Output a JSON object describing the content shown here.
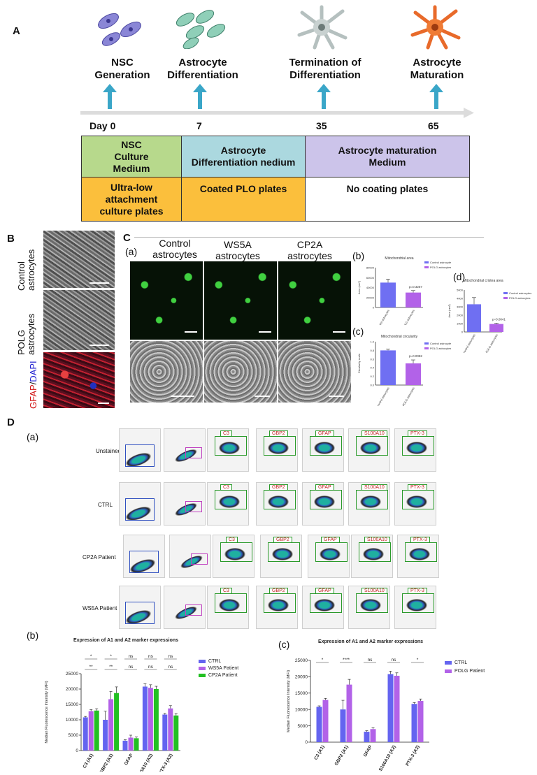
{
  "panel_labels": {
    "A": "A",
    "B": "B",
    "C": "C",
    "D": "D",
    "a": "(a)",
    "b": "(b)",
    "c": "(c)",
    "d": "(d)",
    "Db": "(b)",
    "Dc": "(c)"
  },
  "timeline": {
    "stages": [
      {
        "title": "NSC Generation",
        "l1": "NSC",
        "l2": "Generation"
      },
      {
        "title": "Astrocyte Differentiation",
        "l1": "Astrocyte",
        "l2": "Differentiation"
      },
      {
        "title": "Termination of Differentiation",
        "l1": "Termination of",
        "l2": "Differentiation"
      },
      {
        "title": "Astrocyte Maturation",
        "l1": "Astrocyte",
        "l2": "Maturation"
      }
    ],
    "days": [
      "Day 0",
      "7",
      "35",
      "65"
    ],
    "media": [
      {
        "l1": "NSC",
        "l2": "Culture",
        "l3": "Medium",
        "color": "#b7d98c"
      },
      {
        "l1": "Astrocyte",
        "l2": "Differentiation nedium",
        "color": "#abd8df"
      },
      {
        "l1": "Astrocyte maturation",
        "l2": "Medium",
        "color": "#ccc4ea"
      }
    ],
    "plates": [
      {
        "l1": "Ultra-low",
        "l2": "attachment",
        "l3": "culture plates",
        "color": "#fbbf3c"
      },
      {
        "l1": "Coated PLO plates",
        "color": "#fbbf3c"
      },
      {
        "l1": "No coating plates",
        "color": "#ffffff"
      }
    ],
    "arrow_color": "#3aa6c8"
  },
  "panelB": {
    "l1": "Control",
    "l2": "astrocytes",
    "l3": "POLG",
    "l4": "astrocytes",
    "gfap": "GFAP",
    "slash": "/",
    "dapi": "DAPI"
  },
  "panelC": {
    "cols": [
      {
        "l1": "Control",
        "l2": "astrocytes"
      },
      {
        "l1": "WS5A",
        "l2": "astrocytes"
      },
      {
        "l1": "CP2A",
        "l2": "astrocytes"
      }
    ]
  },
  "flow": {
    "rows": [
      "Unstained",
      "CTRL",
      "CP2A Patient",
      "WS5A Patient"
    ],
    "markers": [
      "C3",
      "GBP2",
      "GFAP",
      "S100A10",
      "PTX-3"
    ]
  },
  "chart_data": [
    {
      "type": "bar",
      "panel": "C(b)",
      "title": "Mitochondrial area",
      "categories": [
        "Control astrocytes",
        "POLG astrocytes"
      ],
      "values": [
        50000,
        30000
      ],
      "errors": [
        7000,
        4000
      ],
      "ylabel": "Area (nm²)",
      "ylim": [
        0,
        80000
      ],
      "yticks": [
        "0",
        "20000",
        "40000",
        "60000",
        "80000"
      ],
      "colors": [
        "#6f6ff2",
        "#b262e8"
      ],
      "annotation": "p=0.3257",
      "legend": [
        "Control astrocytes",
        "POLG astrocytes"
      ]
    },
    {
      "type": "bar",
      "panel": "C(c)",
      "title": "Mitochondrial circularity",
      "categories": [
        "Control astrocytes",
        "POLG astrocytes"
      ],
      "values": [
        0.8,
        0.5
      ],
      "errors": [
        0.03,
        0.08
      ],
      "ylabel": "Circularity scale",
      "ylim": [
        0,
        1
      ],
      "yticks": [
        "0.0",
        "0.2",
        "0.4",
        "0.6",
        "0.8",
        "1.0"
      ],
      "colors": [
        "#6f6ff2",
        "#b262e8"
      ],
      "annotation": "p=0.0082",
      "legend": [
        "Control astrocytes",
        "POLG astrocytes"
      ]
    },
    {
      "type": "bar",
      "panel": "C(d)",
      "title": "Mitochondrial cristea area",
      "categories": [
        "Control astrocytes",
        "POLG astrocytes"
      ],
      "values": [
        3300,
        950
      ],
      "errors": [
        800,
        100
      ],
      "ylabel": "Area (nm²)",
      "ylim": [
        0,
        5000
      ],
      "yticks": [
        "0",
        "1000",
        "2000",
        "3000",
        "4000",
        "5000"
      ],
      "colors": [
        "#6f6ff2",
        "#b262e8"
      ],
      "annotation": "p=0.0041",
      "legend": [
        "Control astrocytes",
        "POLG astrocytes"
      ]
    },
    {
      "type": "bar",
      "panel": "D(b)",
      "title": "Expression of A1 and A2 marker expressions",
      "categories": [
        "C3 (A1)",
        "GBP2 (A1)",
        "GFAP",
        "S100A10 (A2)",
        "PTX-3 (A2)"
      ],
      "series": [
        {
          "name": "CTRL",
          "values": [
            10800,
            10000,
            3200,
            20800,
            11700
          ],
          "errors": [
            300,
            2800,
            300,
            900,
            400
          ],
          "color": "#6464f0"
        },
        {
          "name": "WS5A Patient",
          "values": [
            12800,
            16700,
            4200,
            20400,
            13700
          ],
          "errors": [
            500,
            2500,
            800,
            1000,
            900
          ],
          "color": "#b262e8"
        },
        {
          "name": "CP2A Patient",
          "values": [
            13000,
            18700,
            4000,
            20000,
            11400
          ],
          "errors": [
            600,
            2000,
            400,
            900,
            600
          ],
          "color": "#22c022"
        }
      ],
      "ylabel": "Median Fluorescence Intensity (MFI)",
      "ylim": [
        0,
        25000
      ],
      "yticks": [
        "0",
        "5000",
        "10000",
        "15000",
        "20000",
        "25000"
      ],
      "sig_top": [
        "*",
        "*",
        "ns",
        "ns",
        "ns"
      ],
      "sig_bottom": [
        "**",
        "**",
        "ns",
        "ns",
        "ns"
      ]
    },
    {
      "type": "bar",
      "panel": "D(c)",
      "title": "Expression of A1 and A2 marker expressions",
      "categories": [
        "C3 (A1)",
        "GBP2 (A1)",
        "GFAP",
        "S100A10 (A2)",
        "PTX-3 (A2)"
      ],
      "series": [
        {
          "name": "CTRL",
          "values": [
            10800,
            10000,
            3200,
            20800,
            11700
          ],
          "errors": [
            300,
            2800,
            300,
            900,
            400
          ],
          "color": "#6464f0"
        },
        {
          "name": "POLG Patient",
          "values": [
            12900,
            17600,
            4000,
            20300,
            12600
          ],
          "errors": [
            500,
            1600,
            400,
            900,
            600
          ],
          "color": "#b262e8"
        }
      ],
      "ylabel": "Median Fluorescence Intensity (MFI)",
      "ylim": [
        0,
        25000
      ],
      "yticks": [
        "0",
        "5000",
        "10000",
        "15000",
        "20000",
        "25000"
      ],
      "sig": [
        "*",
        "****",
        "ns",
        "ns",
        "*"
      ]
    }
  ]
}
